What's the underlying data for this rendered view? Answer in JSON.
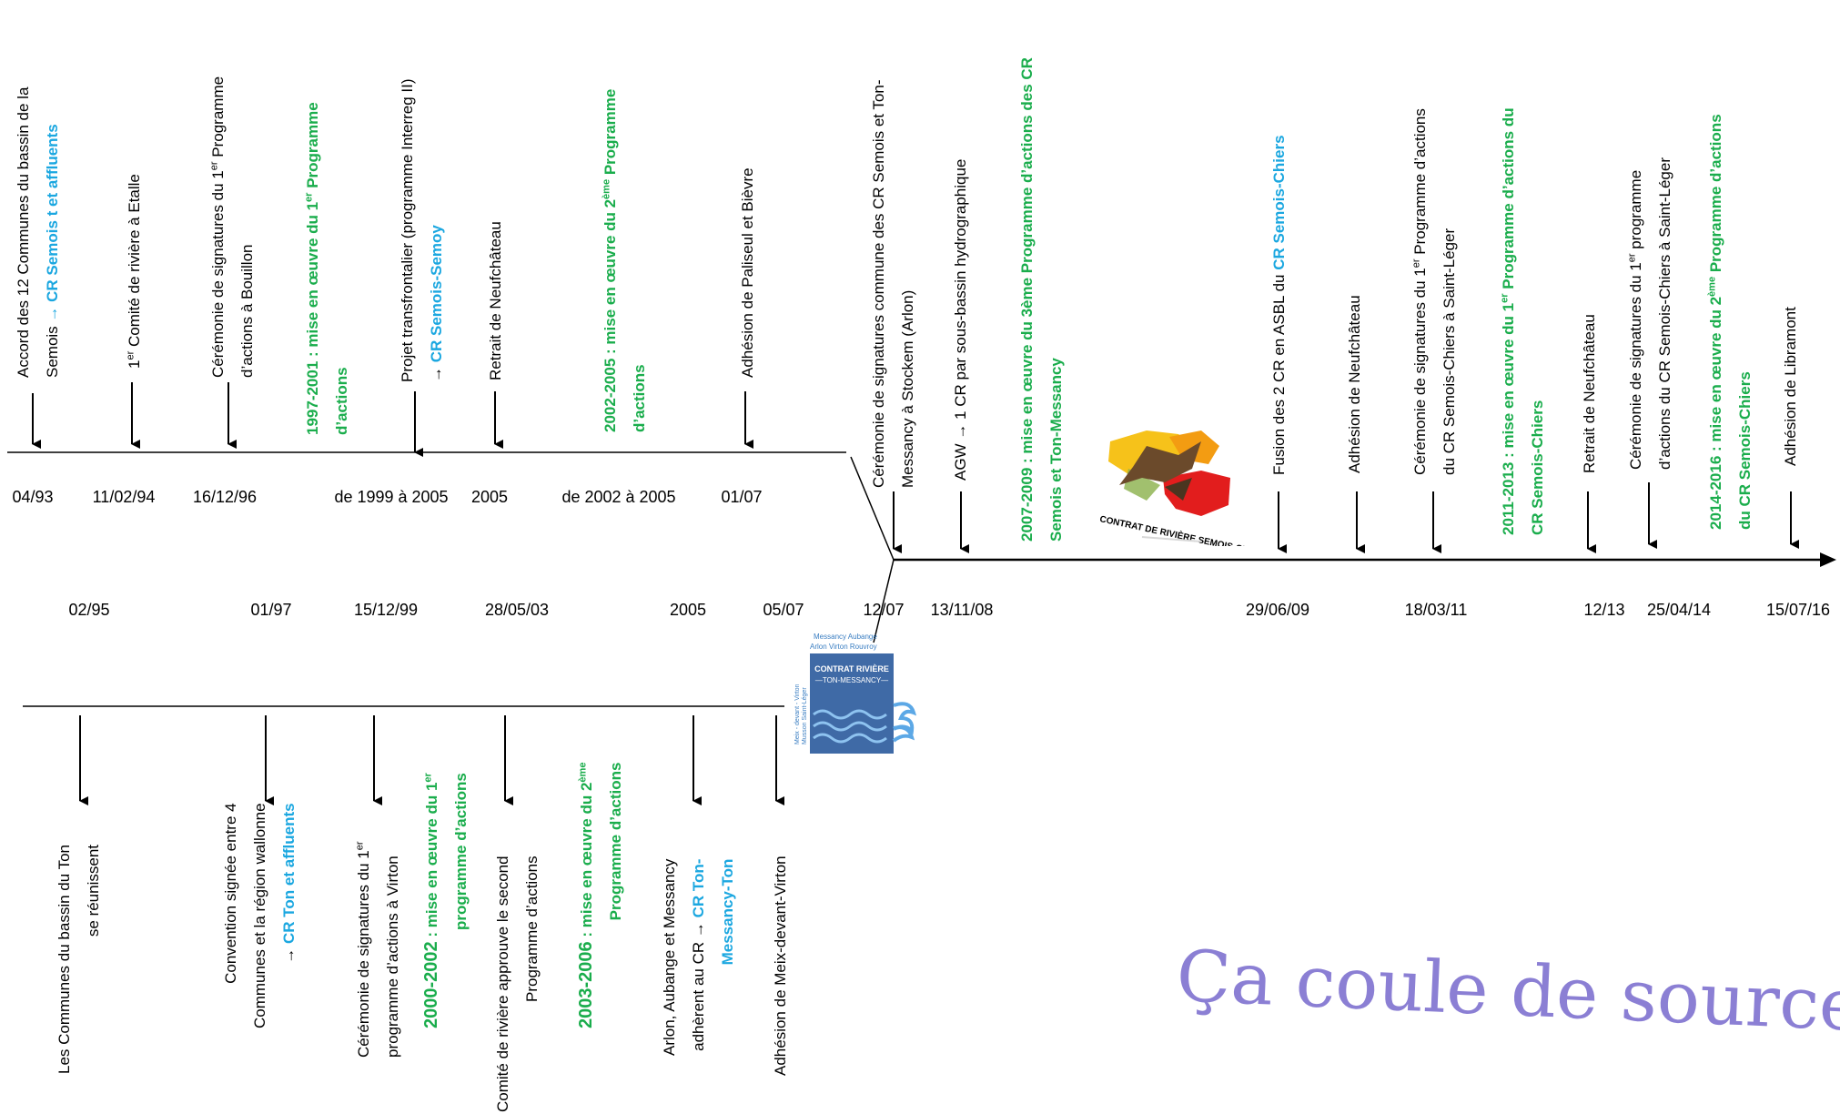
{
  "top_dates": [
    {
      "id": "d1",
      "text": "04/93"
    },
    {
      "id": "d2",
      "text": "11/02/94"
    },
    {
      "id": "d3",
      "text": "16/12/96"
    },
    {
      "id": "d4",
      "text": "de 1999 à 2005"
    },
    {
      "id": "d5",
      "text": "2005"
    },
    {
      "id": "d6",
      "text": "de 2002 à 2005"
    },
    {
      "id": "d7",
      "text": "01/07"
    }
  ],
  "top_events": {
    "e1": {
      "l1": "Accord des 12 Communes du bassin de la",
      "l2a": "Semois ",
      "l2b": "→ CR Semois t et affluents"
    },
    "e2": {
      "a": "1",
      "sup": "er",
      "b": " Comité de rivière à Etalle"
    },
    "e3": {
      "l1a": "Cérémonie de signatures du 1",
      "sup": "er",
      "l1b": " Programme",
      "l2": "d’actions à Bouillon"
    },
    "e4": {
      "l1a": "1997-2001 : mise en œuvre du 1",
      "sup": "er",
      "l1b": " Programme",
      "l2": "d’actions"
    },
    "e5": {
      "l1": "Projet transfrontalier (programme Interreg II)",
      "l2a": "→ ",
      "l2b": "CR Semois-Semoy"
    },
    "e6": {
      "t": "Retrait de Neufchâteau"
    },
    "e7": {
      "l1a": "2002-2005 : mise en œuvre du 2",
      "sup": "ème",
      "l1b": " Programme",
      "l2": "d’actions"
    },
    "e8": {
      "t": "Adhésion de Paliseul et Bièvre"
    }
  },
  "mid_dates": [
    {
      "id": "m1",
      "text": "02/95"
    },
    {
      "id": "m2",
      "text": "01/97"
    },
    {
      "id": "m3",
      "text": "15/12/99"
    },
    {
      "id": "m4",
      "text": "28/05/03"
    },
    {
      "id": "m5",
      "text": "2005"
    },
    {
      "id": "m6",
      "text": "05/07"
    },
    {
      "id": "m7",
      "text": "12/07"
    },
    {
      "id": "m8",
      "text": "13/11/08"
    },
    {
      "id": "m9",
      "text": "29/06/09"
    },
    {
      "id": "m10",
      "text": "18/03/11"
    },
    {
      "id": "m11",
      "text": "12/13"
    },
    {
      "id": "m12",
      "text": "25/04/14"
    },
    {
      "id": "m13",
      "text": "15/07/16"
    }
  ],
  "right_events": {
    "r1": {
      "l1": "Cérémonie de signatures commune des CR Semois et Ton-",
      "l2": "Messancy à Stockem (Arlon)"
    },
    "r2": {
      "t": "AGW → 1 CR par sous-bassin hydrographique"
    },
    "r3": {
      "l1": "2007-2009 : mise en œuvre du 3ème Programme d’actions des CR",
      "l2": "Semois et Ton-Messancy"
    },
    "r4": {
      "a": "Fusion des 2 CR en ASBL du ",
      "b": "CR Semois-Chiers"
    },
    "r5": {
      "t": "Adhésion de Neufchâteau"
    },
    "r6": {
      "l1a": "Cérémonie de signatures du  1",
      "sup": "er",
      "l1b": " Programme d’actions",
      "l2": "du CR Semois-Chiers à Saint-Léger"
    },
    "r7": {
      "l1a": "2011-2013 : mise en œuvre du 1",
      "sup": "er",
      "l1b": " Programme d’actions du",
      "l2": "CR Semois-Chiers"
    },
    "r8": {
      "t": "Retrait de Neufchâteau"
    },
    "r9": {
      "l1a": "Cérémonie de signatures du  1",
      "sup": "er",
      "l1b": " programme",
      "l2": "d’actions  du CR Semois-Chiers à Saint-Léger"
    },
    "r10": {
      "l1a": "2014-2016 : mise en œuvre du 2",
      "sup": "ème",
      "l1b": " Programme d’actions",
      "l2": "du CR Semois-Chiers"
    },
    "r11": {
      "t": "Adhésion de Libramont"
    }
  },
  "bottom_events": {
    "b1": {
      "l1": "Les Communes du bassin du Ton",
      "l2": "se réunissent"
    },
    "b2": {
      "l1": "Convention signée entre 4",
      "l2": "Communes  et la région wallonne",
      "l3a": "→ ",
      "l3b": "CR Ton et affluents"
    },
    "b3": {
      "l1a": "Cérémonie de signatures du 1",
      "sup": "er",
      "l2": "programme d’actions à Virton"
    },
    "b4": {
      "l1a": "2000-2002",
      "l1b": " : mise en œuvre du 1",
      "sup": "er",
      "l2": "programme d’actions"
    },
    "b5": {
      "l1": "Comité de rivière approuve le second",
      "l2": "Programme d’actions"
    },
    "b6": {
      "l1a": "2003-2006",
      "l1b": " : mise en œuvre du 2",
      "sup": "ème",
      "l2": "Programme d’actions"
    },
    "b7": {
      "l1": "Arlon, Aubange et Messancy",
      "l2a": "adhèrent au CR → ",
      "l2b": "CR Ton-",
      "l3": "Messancy-Ton"
    },
    "b8": {
      "t": "Adhésion de Meix-devant-Virton"
    }
  },
  "logo_semois": {
    "caption": "CONTRAT DE RIVIÈRE SEMOIS-CHIERS, ASBL"
  },
  "logo_ton": {
    "communes1": "Messancy   Aubange",
    "communes2": "Arlon  Virton  Rouvroy",
    "title1": "CONTRAT RIVIÈRE",
    "title2": "—TON-MESSANCY—",
    "side": "Meix - devant - Virton",
    "side2": "Musson  Saint-Léger"
  },
  "motto": "Ça coule de source.",
  "colors": {
    "green": "#1aad4c",
    "blue": "#1ba7e0",
    "motto": "#8b7fd4"
  }
}
